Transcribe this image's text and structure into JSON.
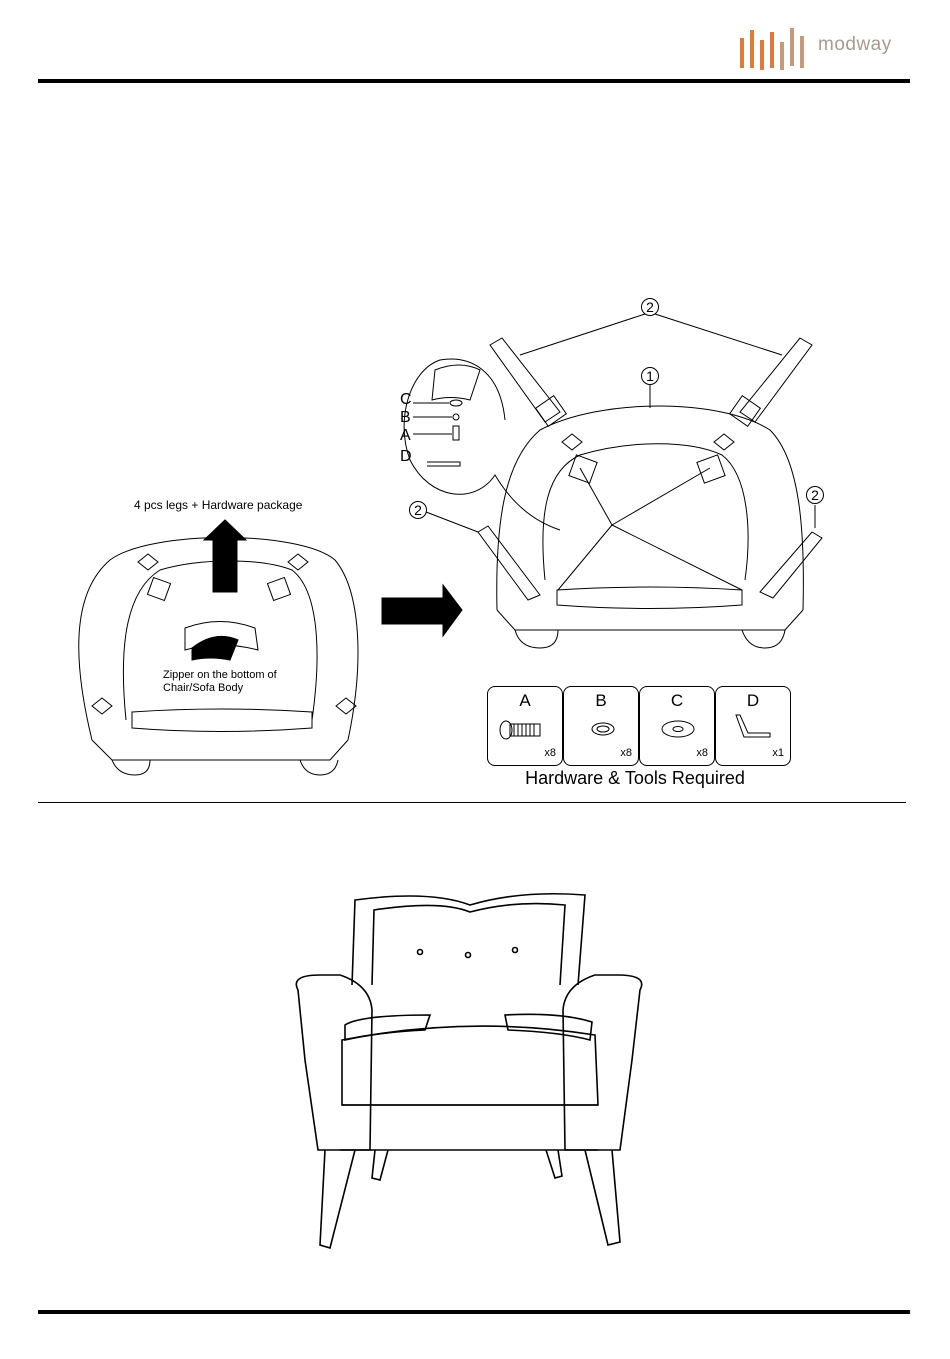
{
  "brand": {
    "name": "modway",
    "colors": [
      "#e1793a",
      "#c49a7a",
      "#a89a8c"
    ]
  },
  "labels": {
    "legs_package": "4 pcs legs + Hardware package",
    "zipper_line1": "Zipper on the bottom of",
    "zipper_line2": "Chair/Sofa Body",
    "hardware_title": "Hardware & Tools Required"
  },
  "exploded_parts": [
    "C",
    "B",
    "A",
    "D"
  ],
  "callouts": {
    "legs": "2",
    "body": "1"
  },
  "hardware": [
    {
      "letter": "A",
      "qty": "x8",
      "icon": "bolt-icon"
    },
    {
      "letter": "B",
      "qty": "x8",
      "icon": "lock-washer-icon"
    },
    {
      "letter": "C",
      "qty": "x8",
      "icon": "flat-washer-icon"
    },
    {
      "letter": "D",
      "qty": "x1",
      "icon": "allen-key-icon"
    }
  ]
}
